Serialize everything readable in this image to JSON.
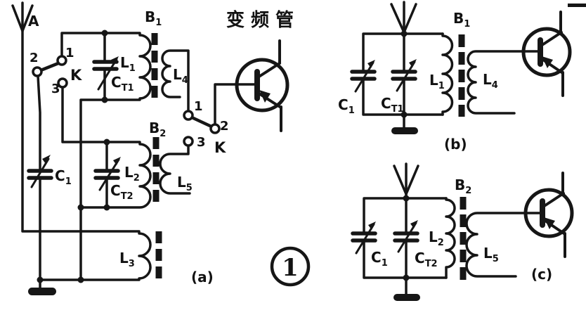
{
  "figure": {
    "number": "1",
    "annotation": "变频管"
  },
  "colors": {
    "ink": "#161616",
    "paper": "#ffffff"
  },
  "section_a": {
    "caption": "(a)",
    "antenna_label": "A",
    "switch_k1": {
      "label": "K",
      "pos1": "1",
      "pos2": "2",
      "pos3": "3"
    },
    "switch_k2": {
      "label": "K",
      "pos1": "1",
      "pos2": "2",
      "pos3": "3"
    },
    "c1": {
      "main": "C",
      "sub": "1"
    },
    "ct1": {
      "main": "C",
      "sub": "T1"
    },
    "ct2": {
      "main": "C",
      "sub": "T2"
    },
    "l1": {
      "main": "L",
      "sub": "1"
    },
    "l2": {
      "main": "L",
      "sub": "2"
    },
    "l3": {
      "main": "L",
      "sub": "3"
    },
    "l4": {
      "main": "L",
      "sub": "4"
    },
    "l5": {
      "main": "L",
      "sub": "5"
    },
    "b1": {
      "main": "B",
      "sub": "1"
    },
    "b2": {
      "main": "B",
      "sub": "2"
    }
  },
  "section_b": {
    "caption": "(b)",
    "b1": {
      "main": "B",
      "sub": "1"
    },
    "c1": {
      "main": "C",
      "sub": "1"
    },
    "ct1": {
      "main": "C",
      "sub": "T1"
    },
    "l1": {
      "main": "L",
      "sub": "1"
    },
    "l4": {
      "main": "L",
      "sub": "4"
    }
  },
  "section_c": {
    "caption": "(c)",
    "b2": {
      "main": "B",
      "sub": "2"
    },
    "c1": {
      "main": "C",
      "sub": "1"
    },
    "ct2": {
      "main": "C",
      "sub": "T2"
    },
    "l2": {
      "main": "L",
      "sub": "2"
    },
    "l5": {
      "main": "L",
      "sub": "5"
    }
  }
}
